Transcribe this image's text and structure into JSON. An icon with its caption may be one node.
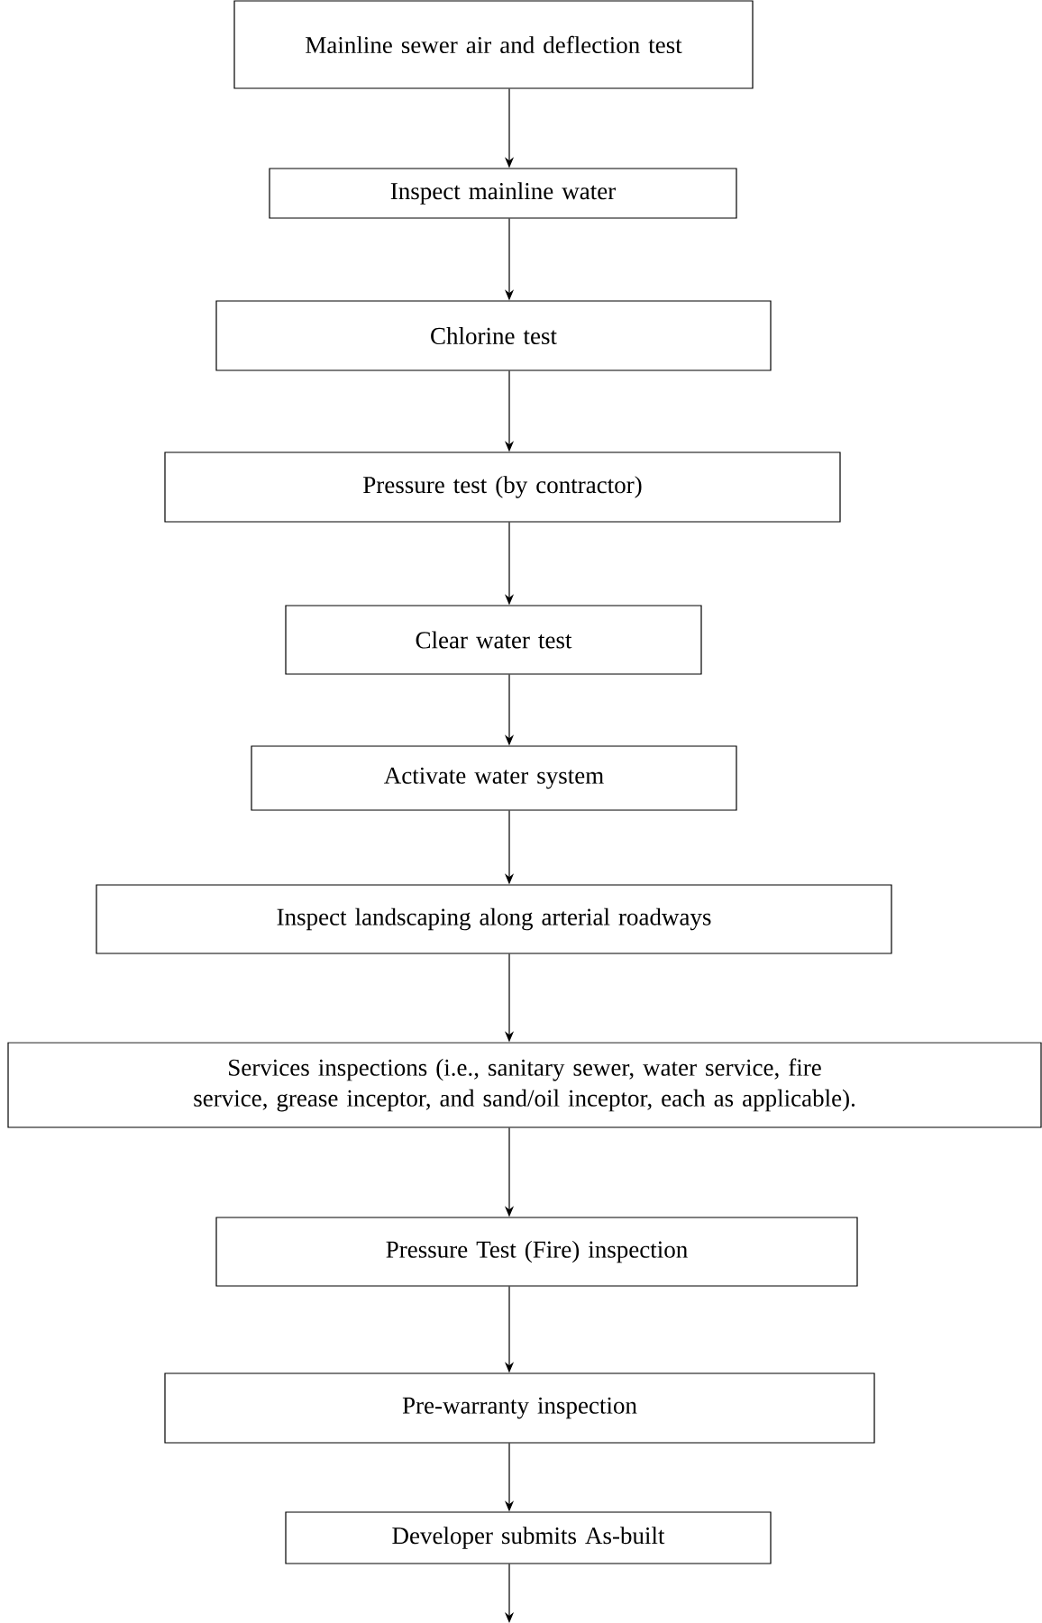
{
  "diagram": {
    "nodes": [
      {
        "text": [
          "Mainline sewer air and deflection test"
        ]
      },
      {
        "text": [
          "Inspect mainline water"
        ]
      },
      {
        "text": [
          "Chlorine test"
        ]
      },
      {
        "text": [
          "Pressure test (by contractor)"
        ]
      },
      {
        "text": [
          "Clear water test"
        ]
      },
      {
        "text": [
          "Activate water system"
        ]
      },
      {
        "text": [
          "Inspect landscaping along arterial roadways"
        ]
      },
      {
        "text": [
          "Services inspections (i.e., sanitary sewer, water service, fire service, grease inceptor, and sand/oil inceptor, each as applicable)."
        ]
      },
      {
        "text": [
          "Pressure Test (Fire) inspection"
        ]
      },
      {
        "text": [
          "Pre-warranty inspection"
        ]
      },
      {
        "text": [
          "Developer submits As-built"
        ]
      }
    ],
    "edges": [
      {
        "from": 0,
        "to": 1,
        "arrow": "to"
      },
      {
        "from": 1,
        "to": 2,
        "arrow": "to"
      },
      {
        "from": 2,
        "to": 3,
        "arrow": "to"
      },
      {
        "from": 3,
        "to": 4,
        "arrow": "to"
      },
      {
        "from": 4,
        "to": 5,
        "arrow": "to"
      },
      {
        "from": 5,
        "to": 6,
        "arrow": "to"
      },
      {
        "from": 6,
        "to": 7,
        "arrow": "to"
      },
      {
        "from": 7,
        "to": 8,
        "arrow": "to"
      },
      {
        "from": 8,
        "to": 9,
        "arrow": "to"
      },
      {
        "from": 9,
        "to": 10,
        "arrow": "to"
      },
      {
        "from": 10,
        "to": null,
        "arrow": "to"
      }
    ]
  }
}
